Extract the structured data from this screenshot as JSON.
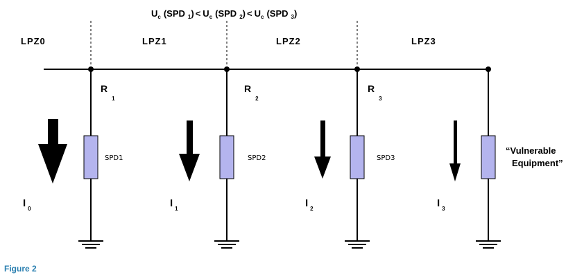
{
  "formula": {
    "u": "U",
    "c": "c",
    "spd_open": "(SPD",
    "close": ")",
    "lt": "<",
    "idx1": "1",
    "idx2": "2",
    "idx3": "3"
  },
  "zones": [
    "LPZ0",
    "LPZ1",
    "LPZ2",
    "LPZ3"
  ],
  "resistors": [
    {
      "letter": "R",
      "sub": "1"
    },
    {
      "letter": "R",
      "sub": "2"
    },
    {
      "letter": "R",
      "sub": "3"
    }
  ],
  "spds": [
    "SPD1",
    "SPD2",
    "SPD3"
  ],
  "equipment": {
    "line1": "“Vulnerable",
    "line2": "Equipment”"
  },
  "currents": [
    {
      "letter": "I",
      "sub": "0"
    },
    {
      "letter": "I",
      "sub": "1"
    },
    {
      "letter": "I",
      "sub": "2"
    },
    {
      "letter": "I",
      "sub": "3"
    }
  ],
  "caption": "Figure 2",
  "colors": {
    "spd_fill": "#b4b4ee",
    "caption": "#2a7fb0"
  }
}
